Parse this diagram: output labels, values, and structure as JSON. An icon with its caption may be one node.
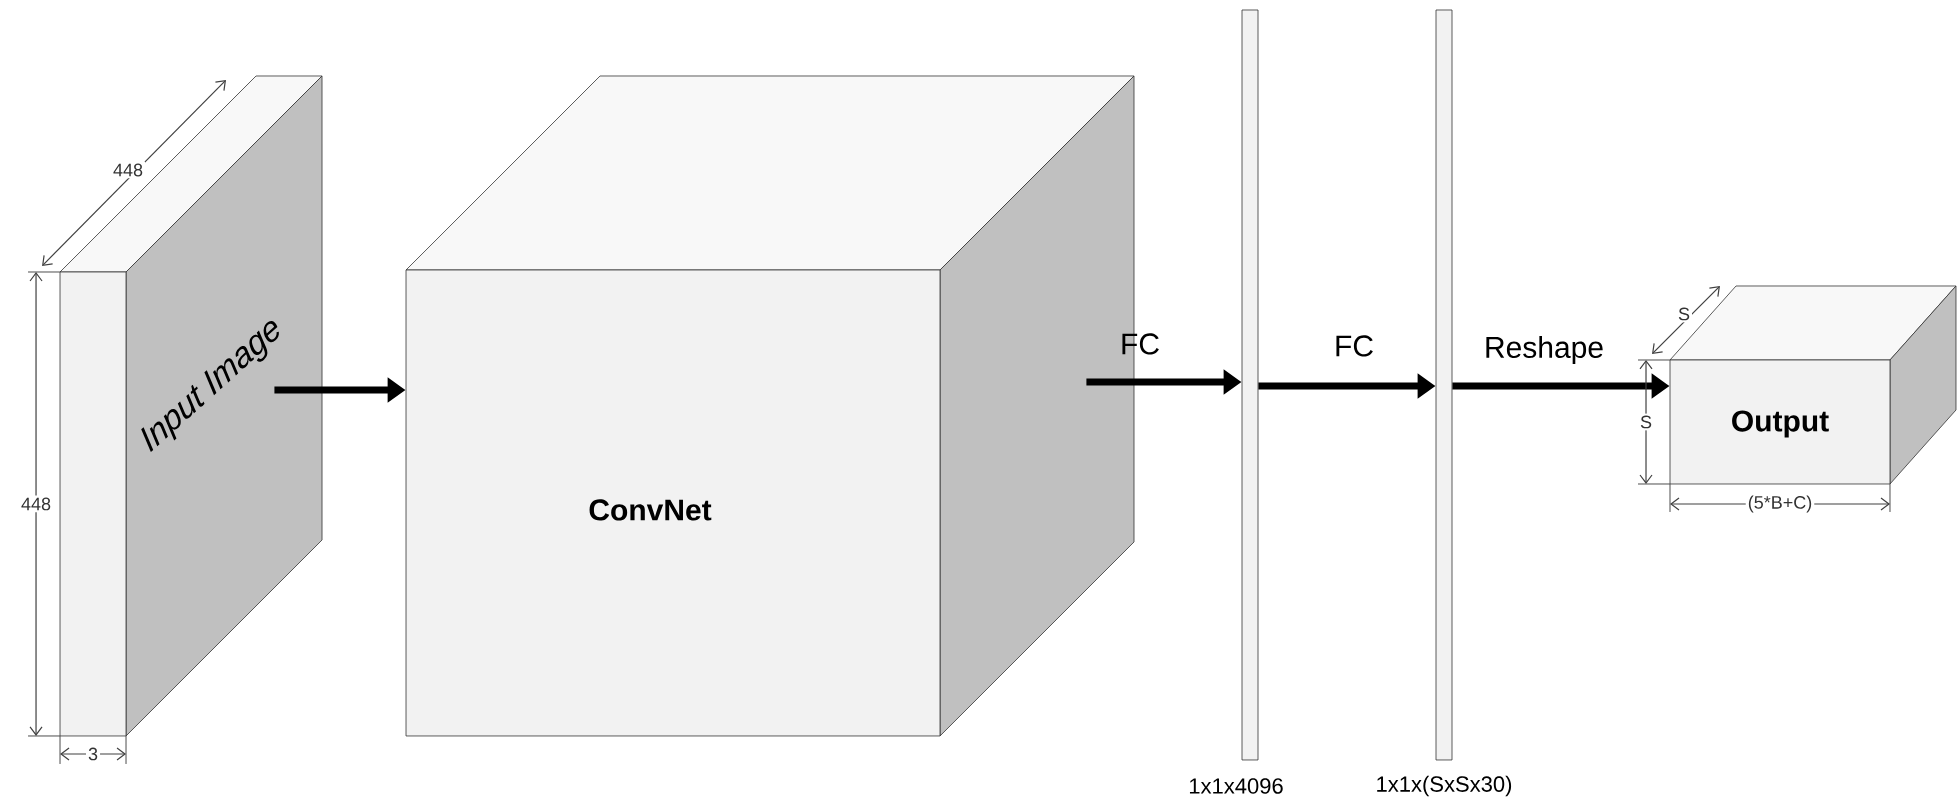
{
  "diagram": {
    "nodes": [
      {
        "text": [
          "Input Image"
        ]
      },
      {
        "text": [
          "ConvNet"
        ]
      },
      {
        "text": [],
        "shape": "bar",
        "beside": [
          "1x1x4096"
        ]
      },
      {
        "text": [],
        "shape": "bar",
        "beside": [
          "1x1x(SxSx30)"
        ]
      },
      {
        "text": [
          "Output"
        ]
      }
    ],
    "edges": [
      {
        "from": 0,
        "to": 1,
        "arrow": "to"
      },
      {
        "from": 1,
        "to": 2,
        "arrow": "to",
        "label": "FC"
      },
      {
        "from": 2,
        "to": 3,
        "arrow": "to",
        "label": "FC"
      },
      {
        "from": 3,
        "to": 4,
        "arrow": "to",
        "label": "Reshape"
      }
    ],
    "labels": [
      "448",
      "448",
      "3",
      "S",
      "S",
      "(5*B+C)"
    ]
  }
}
